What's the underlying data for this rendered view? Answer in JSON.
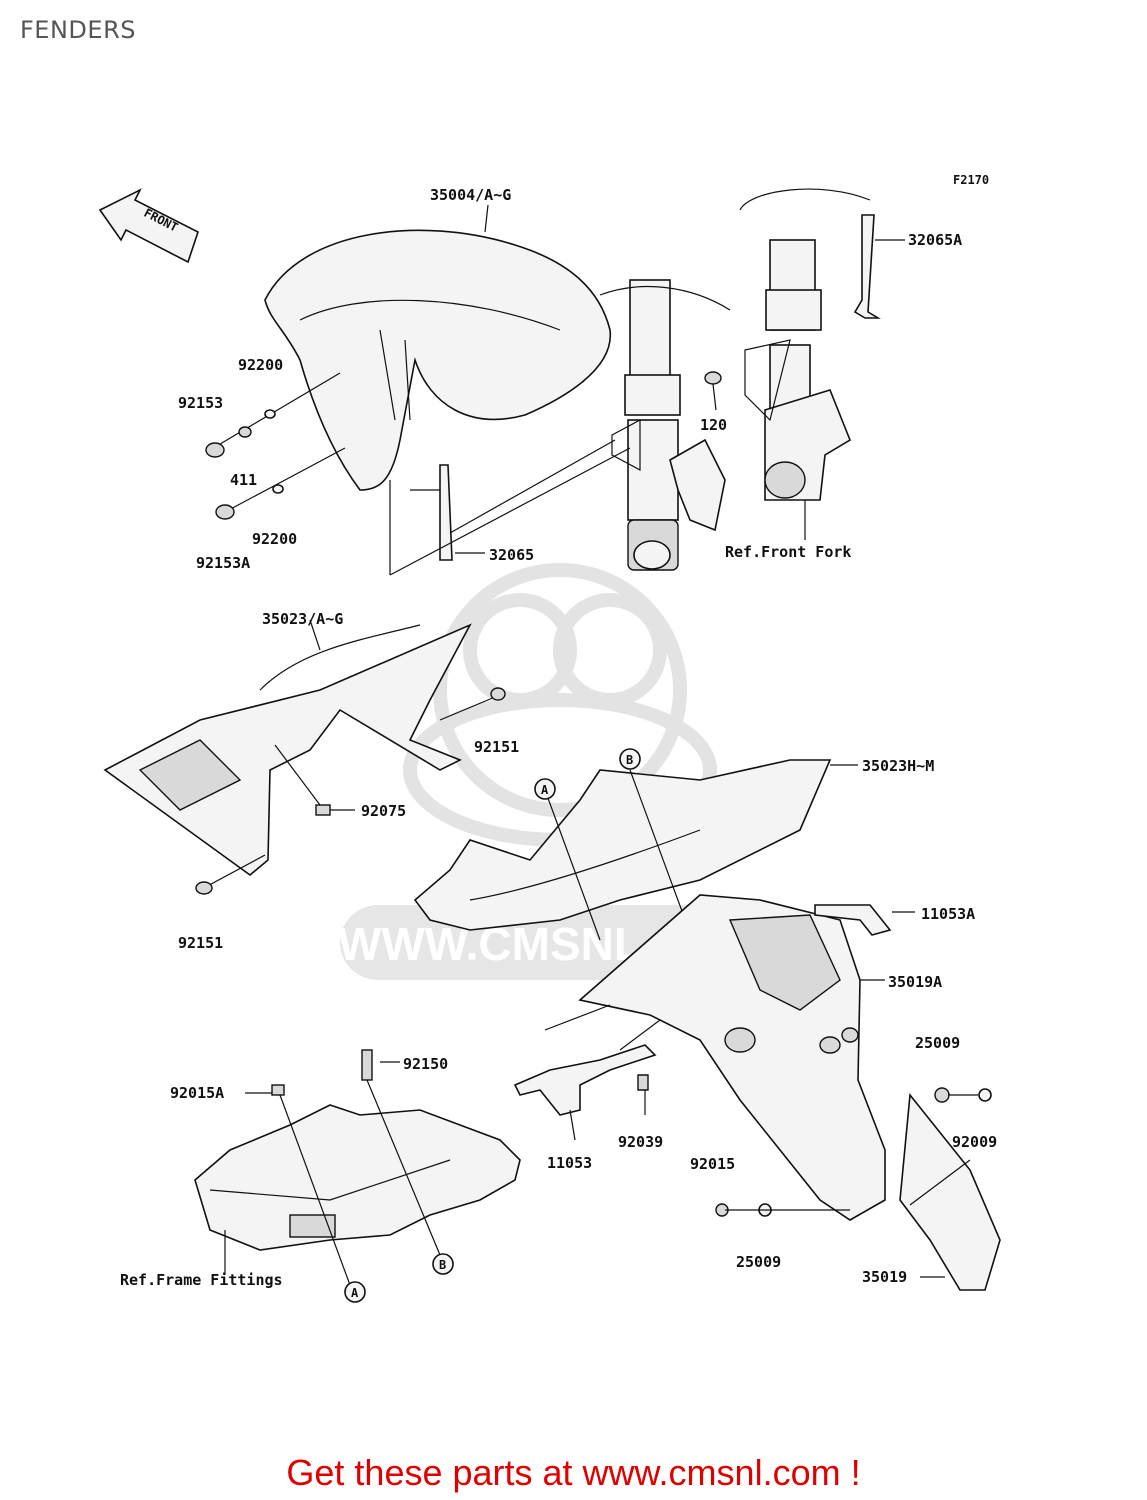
{
  "page": {
    "title": "FENDERS"
  },
  "diagram": {
    "code": "F2170",
    "front_arrow": "FRONT",
    "watermark": "WWW.CMSNL.COM",
    "labels": {
      "p35004": "35004/A~G",
      "p32065A": "32065A",
      "p92200_top": "92200",
      "p92153": "92153",
      "p411": "411",
      "p120": "120",
      "p92200_bot": "92200",
      "p92153A": "92153A",
      "p32065": "32065",
      "ref_front_fork": "Ref.Front Fork",
      "p35023": "35023/A~G",
      "p92151_top": "92151",
      "p92075": "92075",
      "p92151_bot": "92151",
      "p35023HM": "35023H~M",
      "p11053A": "11053A",
      "p35019A": "35019A",
      "p92150": "92150",
      "p92015A": "92015A",
      "p25009_top": "25009",
      "p92009": "92009",
      "p11053": "11053",
      "p92039": "92039",
      "p92015": "92015",
      "p25009_bot": "25009",
      "ref_frame": "Ref.Frame Fittings",
      "p35019": "35019",
      "mark_a": "A",
      "mark_b": "B"
    }
  },
  "footer": {
    "text": "Get these parts at www.cmsnl.com !",
    "color": "#e00000"
  }
}
